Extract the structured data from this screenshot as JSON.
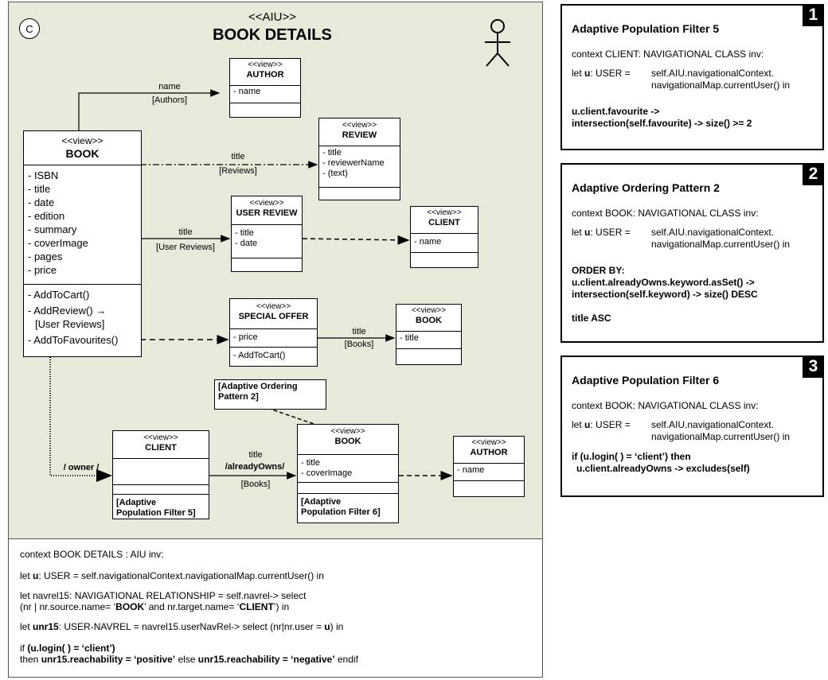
{
  "diagram": {
    "circle_label": "C",
    "stereotype": "<<AIU>>",
    "title": "BOOK DETAILS",
    "classes": {
      "book": {
        "stereotype": "<<view>>",
        "name": "BOOK",
        "attributes": [
          "- ISBN",
          "- title",
          "- date",
          "- edition",
          "- summary",
          "- coverImage",
          "- pages",
          "- price"
        ],
        "ops": [
          "- AddToCart()",
          "- AddReview() →",
          "[User Reviews]",
          "- AddToFavourites()"
        ]
      },
      "author_top": {
        "stereotype": "<<view>>",
        "name": "AUTHOR",
        "attributes": [
          "- name"
        ]
      },
      "review": {
        "stereotype": "<<view>>",
        "name": "REVIEW",
        "attributes": [
          "- title",
          "- reviewerName",
          "- (text)"
        ]
      },
      "user_review": {
        "stereotype": "<<view>>",
        "name": "USER REVIEW",
        "attributes": [
          "- title",
          "- date"
        ]
      },
      "client_right": {
        "stereotype": "<<view>>",
        "name": "CLIENT",
        "attributes": [
          "- name"
        ]
      },
      "special_offer": {
        "stereotype": "<<view>>",
        "name": "SPECIAL OFFER",
        "attributes": [
          "- price"
        ],
        "ops": [
          "-  AddToCart()"
        ]
      },
      "book_offer": {
        "stereotype": "<<view>>",
        "name": "BOOK",
        "attributes": [
          "- title"
        ]
      },
      "client_bottom": {
        "stereotype": "<<view>>",
        "name": "CLIENT",
        "note": [
          "[Adaptive",
          "Population Filter 5]"
        ]
      },
      "book_bottom": {
        "stereotype": "<<view>>",
        "name": "BOOK",
        "attributes": [
          "- title",
          "- coverImage"
        ],
        "note": [
          "[Adaptive",
          "Population Filter 6]"
        ]
      },
      "author_bottom": {
        "stereotype": "<<view>>",
        "name": "AUTHOR",
        "attributes": [
          "- name"
        ]
      }
    },
    "ordering_note": [
      "[Adaptive Ordering",
      "Pattern 2]"
    ],
    "labels": {
      "name": "name",
      "authors": "[Authors]",
      "review_title": "title",
      "reviews": "[Reviews]",
      "ur_title": "title",
      "user_reviews": "[User Reviews]",
      "offer_title": "title",
      "offer_books": "[Books]",
      "owner": "/ owner /",
      "owns_title": "title",
      "already_owns": "/alreadyOwns/",
      "owns_books": "[Books]"
    }
  },
  "main_ocl": {
    "l1": "context BOOK DETAILS : AIU inv:",
    "l2": [
      {
        "t": "let ",
        "b": false
      },
      {
        "t": "u",
        "b": true
      },
      {
        "t": ": USER = self.navigationalContext.navigationalMap.currentUser() in",
        "b": false
      }
    ],
    "l3a": "let navrel15: NAVIGATIONAL RELATIONSHIP = self.navrel-> select",
    "l3b": [
      {
        "t": "(nr | nr.source.name= ‘",
        "b": false
      },
      {
        "t": "BOOK",
        "b": true
      },
      {
        "t": "’ and nr.target.name= ‘",
        "b": false
      },
      {
        "t": "CLIENT",
        "b": true
      },
      {
        "t": "’) in",
        "b": false
      }
    ],
    "l4": [
      {
        "t": "let ",
        "b": false
      },
      {
        "t": "unr15",
        "b": true
      },
      {
        "t": ": USER-NAVREL = navrel15.userNavRel-> select (nr|nr.user = ",
        "b": false
      },
      {
        "t": "u",
        "b": true
      },
      {
        "t": ") in",
        "b": false
      }
    ],
    "l5": [
      {
        "t": "if ",
        "b": false
      },
      {
        "t": "(u.login( ) = ‘client’)",
        "b": true
      }
    ],
    "l6": [
      {
        "t": "then ",
        "b": false
      },
      {
        "t": "unr15.reachability = ‘positive’",
        "b": true
      },
      {
        "t": " else ",
        "b": false
      },
      {
        "t": "unr15.reachability = ‘negative’",
        "b": true
      },
      {
        "t": " endif",
        "b": false
      }
    ]
  },
  "panels": [
    {
      "number": "1",
      "title": "Adaptive Population Filter 5",
      "context": "context CLIENT: NAVIGATIONAL CLASS inv:",
      "let_pre": "let ",
      "let_var": "u",
      "let_type": ": USER =",
      "let_val1": "self.AIU.navigationalContext.",
      "let_val2": "navigationalMap.currentUser() in",
      "body1": "u.client.favourite ->",
      "body2": "intersection(self.favourite) -> size() >= 2"
    },
    {
      "number": "2",
      "title": "Adaptive Ordering Pattern 2",
      "context": "context BOOK: NAVIGATIONAL CLASS inv:",
      "let_pre": "let ",
      "let_var": "u",
      "let_type": ": USER =",
      "let_val1": "self.AIU.navigationalContext.",
      "let_val2": "navigationalMap.currentUser() in",
      "body1": "ORDER BY:",
      "body2": "u.client.alreadyOwns.keyword.asSet() ->",
      "body3": "intersection(self.keyword) -> size() DESC",
      "body4": "title ASC"
    },
    {
      "number": "3",
      "title": "Adaptive Population Filter 6",
      "context": "context BOOK: NAVIGATIONAL CLASS inv:",
      "let_pre": "let ",
      "let_var": "u",
      "let_type": ": USER =",
      "let_val1": "self.AIU.navigationalContext.",
      "let_val2": "navigationalMap.currentUser() in",
      "body1": "if (u.login( ) = ‘client’) then",
      "body2": "u.client.alreadyOwns -> excludes(self)"
    }
  ]
}
